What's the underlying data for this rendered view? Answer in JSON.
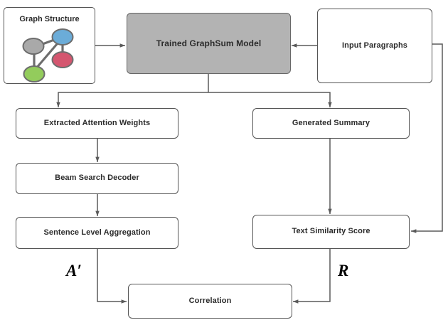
{
  "diagram": {
    "title": "GraphSum attention-summary correlation pipeline",
    "colors": {
      "box_border": "#555555",
      "model_fill": "#b3b3b3",
      "model_border": "#666666",
      "wire": "#5a5a5a",
      "text": "#2b2b2b",
      "background": "#ffffff",
      "node_gray": "#a9a9a9",
      "node_blue": "#6bacd8",
      "node_pink": "#d4566f",
      "node_green": "#93cc5c",
      "node_outline": "#6d6d6d",
      "edge": "#6d6d6d"
    },
    "boxes": [
      {
        "id": "graph_structure",
        "label": "Graph Structure"
      },
      {
        "id": "trained_model",
        "label": "Trained GraphSum Model"
      },
      {
        "id": "input_paragraphs",
        "label": "Input Paragraphs"
      },
      {
        "id": "extracted_attention_weights",
        "label": "Extracted Attention Weights"
      },
      {
        "id": "generated_summary",
        "label": "Generated Summary"
      },
      {
        "id": "beam_search_decoder",
        "label": "Beam Search Decoder"
      },
      {
        "id": "sentence_level_aggregation",
        "label": "Sentence Level Aggregation"
      },
      {
        "id": "text_similarity_score",
        "label": "Text Similarity Score"
      },
      {
        "id": "correlation",
        "label": "Correlation"
      }
    ],
    "edge_labels": {
      "attention_symbol": "A′",
      "score_symbol": "R"
    },
    "graph_nodes": [
      {
        "id": "n-gray",
        "color_key": "node_gray"
      },
      {
        "id": "n-blue",
        "color_key": "node_blue"
      },
      {
        "id": "n-pink",
        "color_key": "node_pink"
      },
      {
        "id": "n-green",
        "color_key": "node_green"
      }
    ]
  }
}
